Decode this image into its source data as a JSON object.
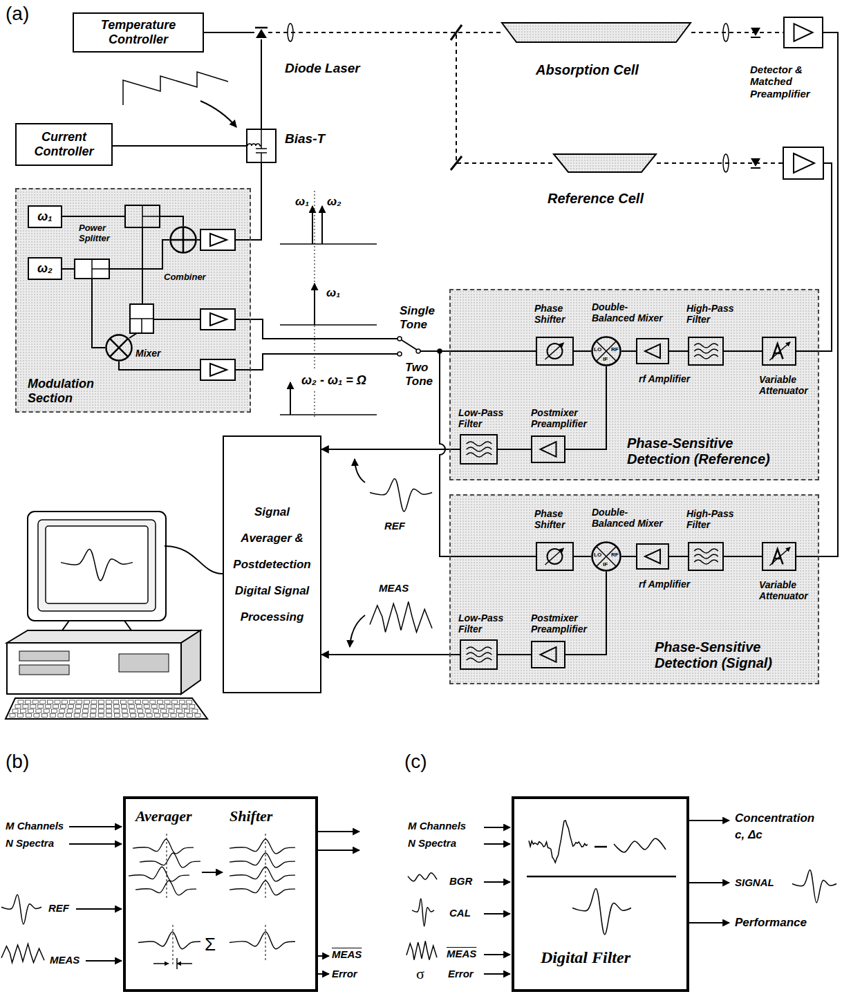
{
  "diagram": {
    "nodes": [
      {
        "text": [
          "Temperature Controller"
        ]
      },
      {
        "text": [
          "Diode Laser"
        ]
      },
      {
        "text": [
          "Absorption Cell"
        ]
      },
      {
        "text": [
          "Detector & Matched Preamplifier"
        ]
      },
      {
        "text": [
          "Current Controller"
        ]
      },
      {
        "text": [
          "Bias-T"
        ]
      },
      {
        "text": [
          "Reference Cell"
        ]
      },
      {
        "text": [
          "Modulation Section"
        ]
      },
      {
        "text": [
          "ω₁"
        ],
        "in": 7
      },
      {
        "text": [
          "Power Splitter"
        ],
        "in": 7
      },
      {
        "text": [
          "Combiner"
        ],
        "in": 7
      },
      {
        "text": [
          "ω₂"
        ],
        "in": 7
      },
      {
        "text": [
          "Mixer"
        ],
        "in": 7
      },
      {
        "text": [
          "Phase-Sensitive Detection (Reference)"
        ]
      },
      {
        "text": [
          "Phase Shifter"
        ],
        "in": 13
      },
      {
        "text": [
          "Double- Balanced Mixer",
          "LO",
          "RF",
          "IF"
        ],
        "in": 13
      },
      {
        "text": [
          "rf Amplifier"
        ],
        "in": 13
      },
      {
        "text": [
          "High-Pass Filter"
        ],
        "in": 13
      },
      {
        "text": [
          "Variable Attenuator"
        ],
        "in": 13
      },
      {
        "text": [
          "Low-Pass Filter"
        ],
        "in": 13
      },
      {
        "text": [
          "Postmixer Preamplifier"
        ],
        "in": 13
      },
      {
        "text": [
          "Signal Averager & Postdetection Digital Signal Processing"
        ]
      },
      {
        "text": [
          "Phase-Sensitive Detection (Signal)"
        ]
      },
      {
        "text": [
          "Phase Shifter"
        ],
        "in": 22
      },
      {
        "text": [
          "Double- Balanced Mixer",
          "LO",
          "RF",
          "IF"
        ],
        "in": 22
      },
      {
        "text": [
          "rf Amplifier"
        ],
        "in": 22
      },
      {
        "text": [
          "High-Pass Filter"
        ],
        "in": 22
      },
      {
        "text": [
          "Variable Attenuator"
        ],
        "in": 22
      },
      {
        "text": [
          "Low-Pass Filter"
        ],
        "in": 22
      },
      {
        "text": [
          "Postmixer Preamplifier"
        ],
        "in": 22
      },
      {
        "text": [
          "Averager",
          "Shifter"
        ]
      },
      {
        "text": [
          "Digital Filter"
        ]
      }
    ],
    "edges": [
      {
        "from": 0,
        "to": 1,
        "arrow": "none"
      },
      {
        "from": 4,
        "to": 5,
        "arrow": "none"
      },
      {
        "from": 5,
        "to": 1,
        "arrow": "none"
      },
      {
        "from": 1,
        "to": 2,
        "arrow": "none"
      },
      {
        "from": 2,
        "to": 3,
        "arrow": "none"
      },
      {
        "from": 1,
        "to": 6,
        "arrow": "none"
      },
      {
        "from": 8,
        "to": 9,
        "arrow": "none"
      },
      {
        "from": 9,
        "to": 10,
        "arrow": "none"
      },
      {
        "from": 18,
        "to": 17,
        "arrow": "none"
      },
      {
        "from": 17,
        "to": 16,
        "arrow": "none"
      },
      {
        "from": 16,
        "to": 15,
        "arrow": "none"
      },
      {
        "from": 14,
        "to": 15,
        "arrow": "none"
      },
      {
        "from": 15,
        "to": 20,
        "arrow": "none"
      },
      {
        "from": 20,
        "to": 19,
        "arrow": "none"
      },
      {
        "from": 19,
        "to": 21,
        "arrow": "to"
      },
      {
        "from": 27,
        "to": 26,
        "arrow": "none"
      },
      {
        "from": 26,
        "to": 25,
        "arrow": "none"
      },
      {
        "from": 25,
        "to": 24,
        "arrow": "none"
      },
      {
        "from": 23,
        "to": 24,
        "arrow": "none"
      },
      {
        "from": 24,
        "to": 29,
        "arrow": "none"
      },
      {
        "from": 29,
        "to": 28,
        "arrow": "none"
      },
      {
        "from": 28,
        "to": 21,
        "arrow": "to"
      },
      {
        "from": 3,
        "to": 27,
        "arrow": "none"
      }
    ],
    "labels": [
      "(a)",
      "ω₁",
      "ω₂",
      "ω₁",
      "ω₂ - ω₁ = Ω",
      "Single Tone",
      "Two Tone",
      "REF",
      "MEAS",
      "(b)",
      "M Channels",
      "N Spectra",
      "REF",
      "MEAS",
      "Σ",
      "MEAS",
      "Error",
      "(c)",
      "M Channels",
      "N Spectra",
      "BGR",
      "CAL",
      "MEAS",
      "σ",
      "Error",
      "Concentration",
      "c, Δc",
      "SIGNAL",
      "Performance"
    ]
  }
}
